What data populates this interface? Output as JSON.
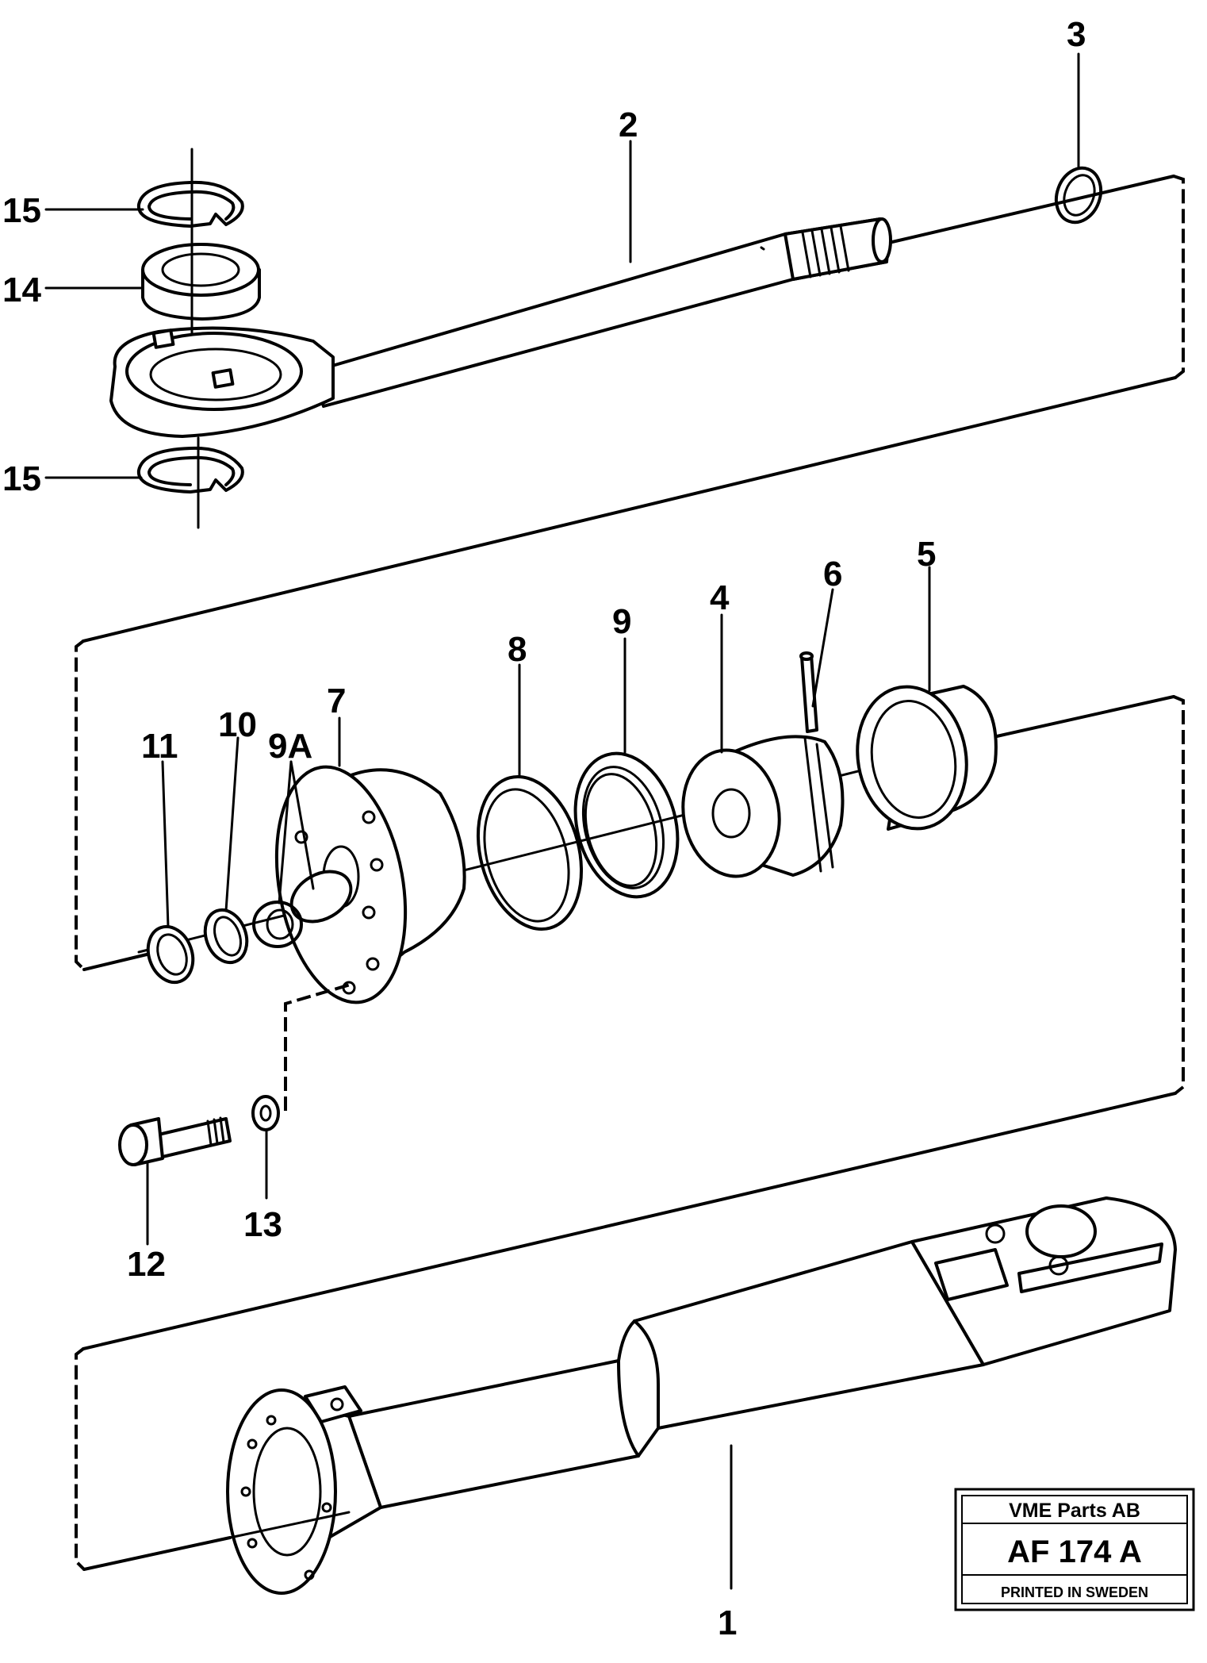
{
  "callouts": [
    "1",
    "2",
    "3",
    "4",
    "5",
    "6",
    "7",
    "8",
    "9",
    "9A",
    "10",
    "11",
    "12",
    "13",
    "14",
    "15",
    "15"
  ],
  "title_block": {
    "company": "VME Parts AB",
    "code": "AF 174 A",
    "printed": "PRINTED IN SWEDEN"
  }
}
